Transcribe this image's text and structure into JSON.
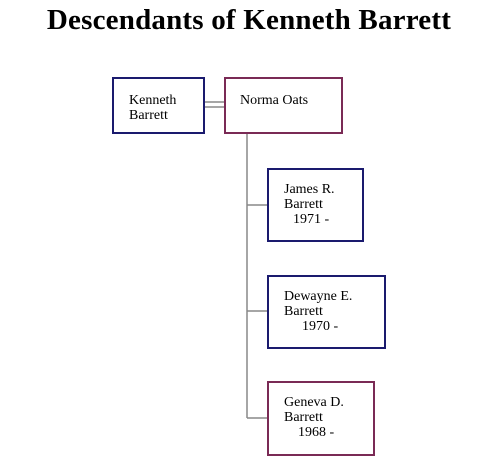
{
  "title": "Descendants of Kenneth Barrett",
  "colors": {
    "male_border": "#1a1a6e",
    "female_border": "#7a2a55",
    "connector": "#888888"
  },
  "root": {
    "person": {
      "name_line1": "Kenneth",
      "name_line2": "Barrett",
      "sex": "male"
    },
    "spouse": {
      "name_line1": "Norma Oats",
      "sex": "female"
    }
  },
  "children": [
    {
      "name_line1": "James R.",
      "name_line2": "Barrett",
      "dates": "1971 -",
      "sex": "male"
    },
    {
      "name_line1": "Dewayne E.",
      "name_line2": "Barrett",
      "dates": "1970 -",
      "sex": "male"
    },
    {
      "name_line1": "Geneva D.",
      "name_line2": "Barrett",
      "dates": "1968 -",
      "sex": "female"
    }
  ]
}
